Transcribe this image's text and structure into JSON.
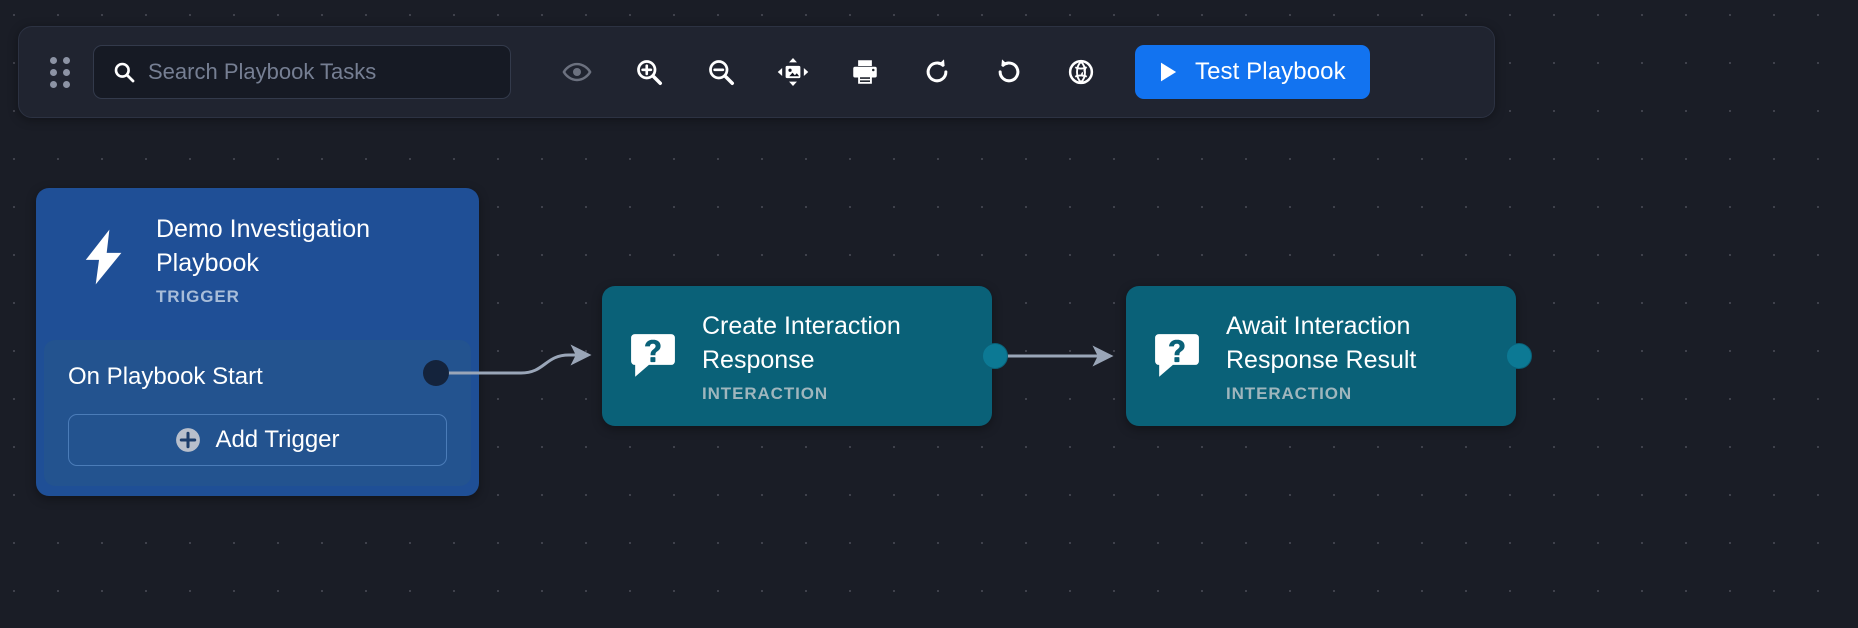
{
  "toolbar": {
    "drag_handle_name": "drag-handle",
    "search": {
      "placeholder": "Search Playbook Tasks",
      "value": ""
    },
    "buttons": [
      {
        "name": "toggle-visibility-button",
        "icon": "eye-icon",
        "label": "Toggle Visibility"
      },
      {
        "name": "zoom-in-button",
        "icon": "zoom-in-icon",
        "label": "Zoom In"
      },
      {
        "name": "zoom-out-button",
        "icon": "zoom-out-icon",
        "label": "Zoom Out"
      },
      {
        "name": "fit-to-screen-button",
        "icon": "fit-screen-icon",
        "label": "Fit to Screen"
      },
      {
        "name": "print-button",
        "icon": "print-icon",
        "label": "Print"
      },
      {
        "name": "redo-button",
        "icon": "redo-icon",
        "label": "Redo"
      },
      {
        "name": "undo-button",
        "icon": "undo-icon",
        "label": "Undo"
      },
      {
        "name": "globe-button",
        "icon": "globe-icon",
        "label": "Global"
      }
    ],
    "test_playbook": {
      "label": "Test Playbook",
      "icon": "play-icon"
    }
  },
  "canvas": {
    "nodes": [
      {
        "id": "trigger",
        "icon": "lightning-bolt-icon",
        "title": "Demo Investigation Playbook",
        "kind": "TRIGGER",
        "panel_title": "On Playbook Start",
        "add_button_label": "Add Trigger",
        "add_button_icon": "plus-circle-icon",
        "color": "#1f4f96"
      },
      {
        "id": "create",
        "icon": "question-bubble-icon",
        "title": "Create Interaction Response",
        "kind": "INTERACTION",
        "color": "#0a6178"
      },
      {
        "id": "await",
        "icon": "question-bubble-icon",
        "title": "Await Interaction Response Result",
        "kind": "INTERACTION",
        "color": "#0a6178"
      }
    ],
    "edges": [
      {
        "from": "trigger",
        "to": "create"
      },
      {
        "from": "create",
        "to": "await"
      }
    ]
  },
  "colors": {
    "background": "#1a1d26",
    "panel": "#202430",
    "accent": "#1273f0",
    "trigger_node": "#1f4f96",
    "interaction_node": "#0a6178",
    "edge": "#9aa6b8"
  }
}
